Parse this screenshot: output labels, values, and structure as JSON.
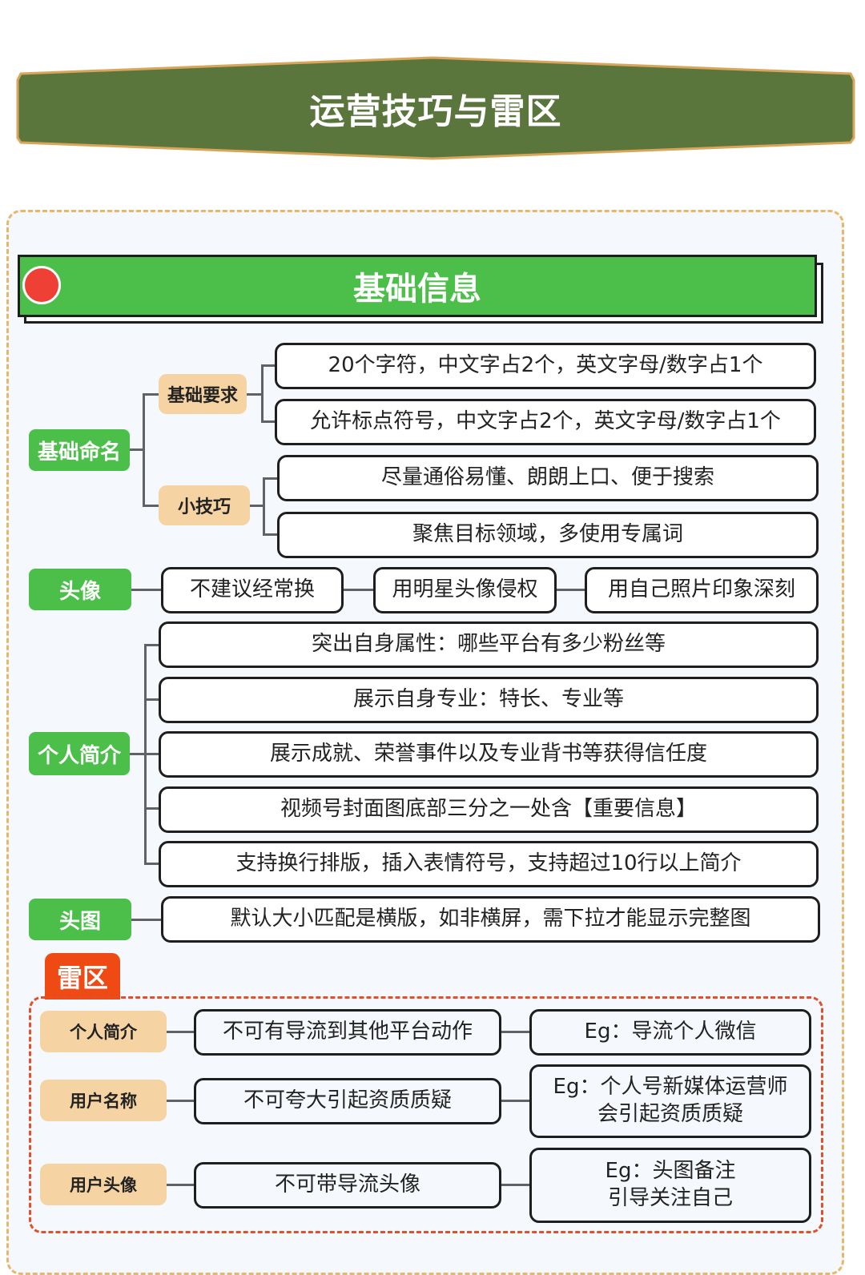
{
  "title": "运营技巧与雷区",
  "colors": {
    "banner_green": "#5a763d",
    "banner_border": "#d9a55a",
    "section_green": "#4cbf4a",
    "peach": "#f6d3a2",
    "mine_red": "#f04a14",
    "panel_border": "#e8b86a",
    "panel_bg": "#f5f8fc"
  },
  "section": {
    "title": "基础信息",
    "icon": "red-circle-icon"
  },
  "naming": {
    "label": "基础命名",
    "groups": [
      {
        "label": "基础要求",
        "items": [
          "20个字符，中文字占2个，英文字母/数字占1个",
          "允许标点符号，中文字占2个，英文字母/数字占1个"
        ]
      },
      {
        "label": "小技巧",
        "items": [
          "尽量通俗易懂、朗朗上口、便于搜索",
          "聚焦目标领域，多使用专属词"
        ]
      }
    ]
  },
  "avatar": {
    "label": "头像",
    "items": [
      "不建议经常换",
      "用明星头像侵权",
      "用自己照片印象深刻"
    ]
  },
  "bio": {
    "label": "个人简介",
    "items": [
      "突出自身属性：哪些平台有多少粉丝等",
      "展示自身专业：特长、专业等",
      "展示成就、荣誉事件以及专业背书等获得信任度",
      "视频号封面图底部三分之一处含【重要信息】",
      "支持换行排版，插入表情符号，支持超过10行以上简介"
    ]
  },
  "header_image": {
    "label": "头图",
    "items": [
      "默认大小匹配是横版，如非横屏，需下拉才能显示完整图"
    ]
  },
  "minefield": {
    "label": "雷区",
    "rows": [
      {
        "label": "个人简介",
        "rule": "不可有导流到其他平台动作",
        "example": "Eg：导流个人微信"
      },
      {
        "label": "用户名称",
        "rule": "不可夸大引起资质质疑",
        "example": "Eg：个人号新媒体运营师\n会引起资质质疑"
      },
      {
        "label": "用户头像",
        "rule": "不可带导流头像",
        "example": "Eg：头图备注\n引导关注自己"
      }
    ]
  }
}
